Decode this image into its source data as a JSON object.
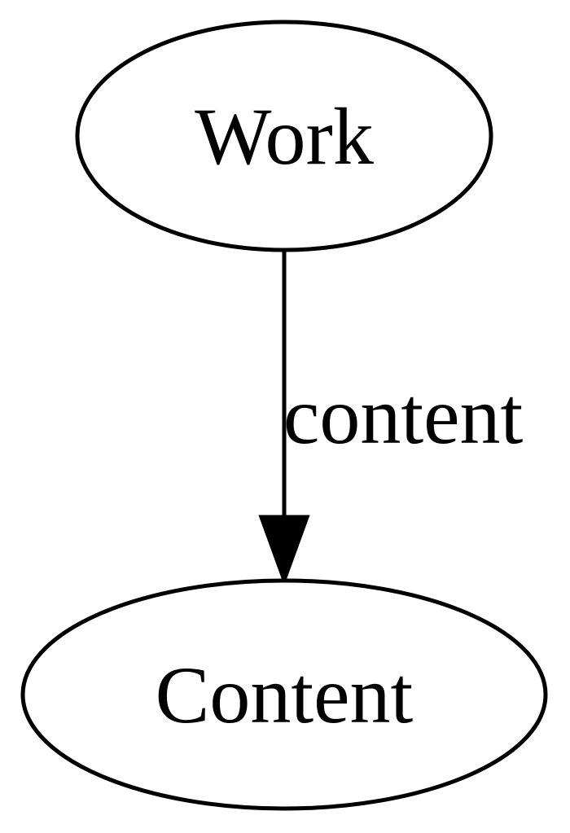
{
  "nodes": {
    "work": {
      "label": "Work"
    },
    "content": {
      "label": "Content"
    }
  },
  "edges": [
    {
      "from": "work",
      "to": "content",
      "label": "content"
    }
  ]
}
